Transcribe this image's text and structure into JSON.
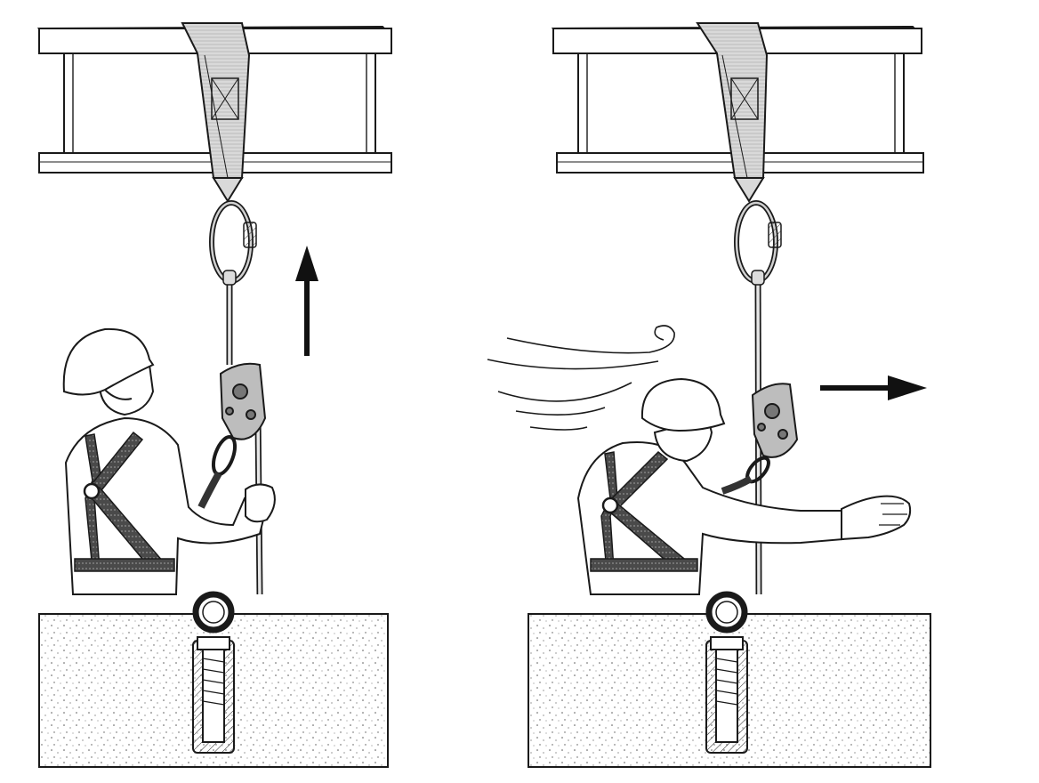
{
  "diagram": {
    "panels": [
      {
        "id": "left",
        "label": "",
        "arrow_direction": "up",
        "figure": "worker-looking-up-holding-rope"
      },
      {
        "id": "right",
        "label": "",
        "arrow_direction": "right",
        "figure": "worker-reaching-sideways-with-wind"
      }
    ],
    "elements": [
      "i-beam",
      "anchor-sling",
      "screwgate-carabiner",
      "rope",
      "rope-grab-device",
      "lanyard",
      "safety-helmet",
      "full-body-harness",
      "eye-bolt-anchor",
      "concrete-block"
    ],
    "colors": {
      "stroke": "#1a1a1a",
      "fill": "#ffffff",
      "webbing": "#d6d6d6",
      "harness": "#3a3a3a",
      "metal": "#bdbdbd",
      "concrete_dots": "#555555"
    }
  }
}
